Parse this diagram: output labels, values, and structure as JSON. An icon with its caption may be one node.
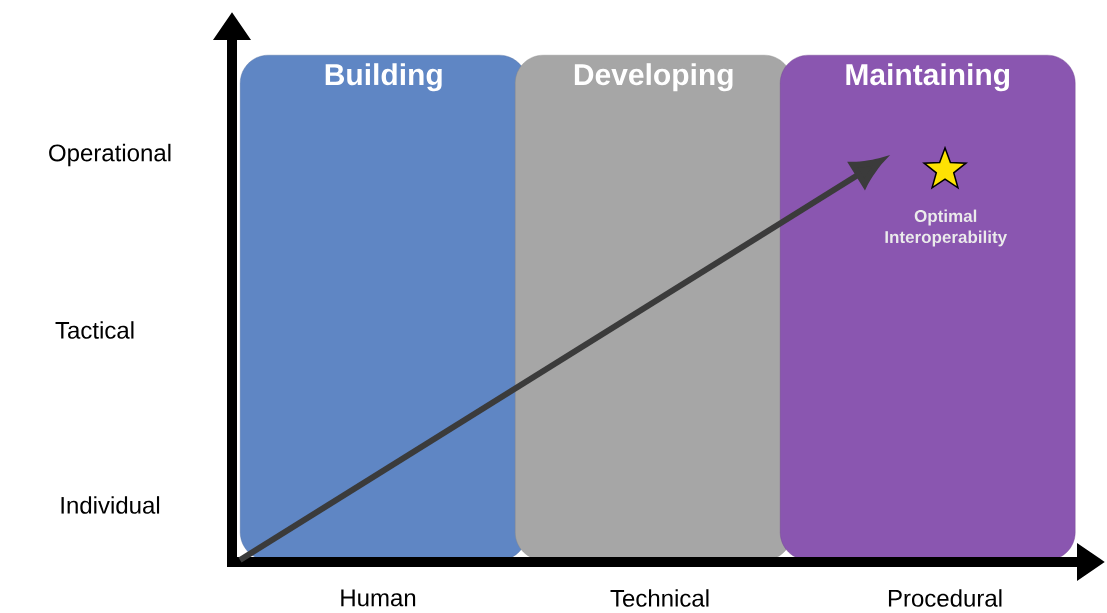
{
  "diagram": {
    "nodes": [
      {
        "text": [
          "Building"
        ]
      },
      {
        "text": [
          "Developing"
        ]
      },
      {
        "text": [
          "Maintaining"
        ]
      },
      {
        "text": [
          "Optimal Interoperability"
        ],
        "in": 2
      }
    ],
    "labels": [
      "Operational",
      "Tactical",
      "Individual",
      "Human",
      "Technical",
      "Procedural"
    ]
  }
}
